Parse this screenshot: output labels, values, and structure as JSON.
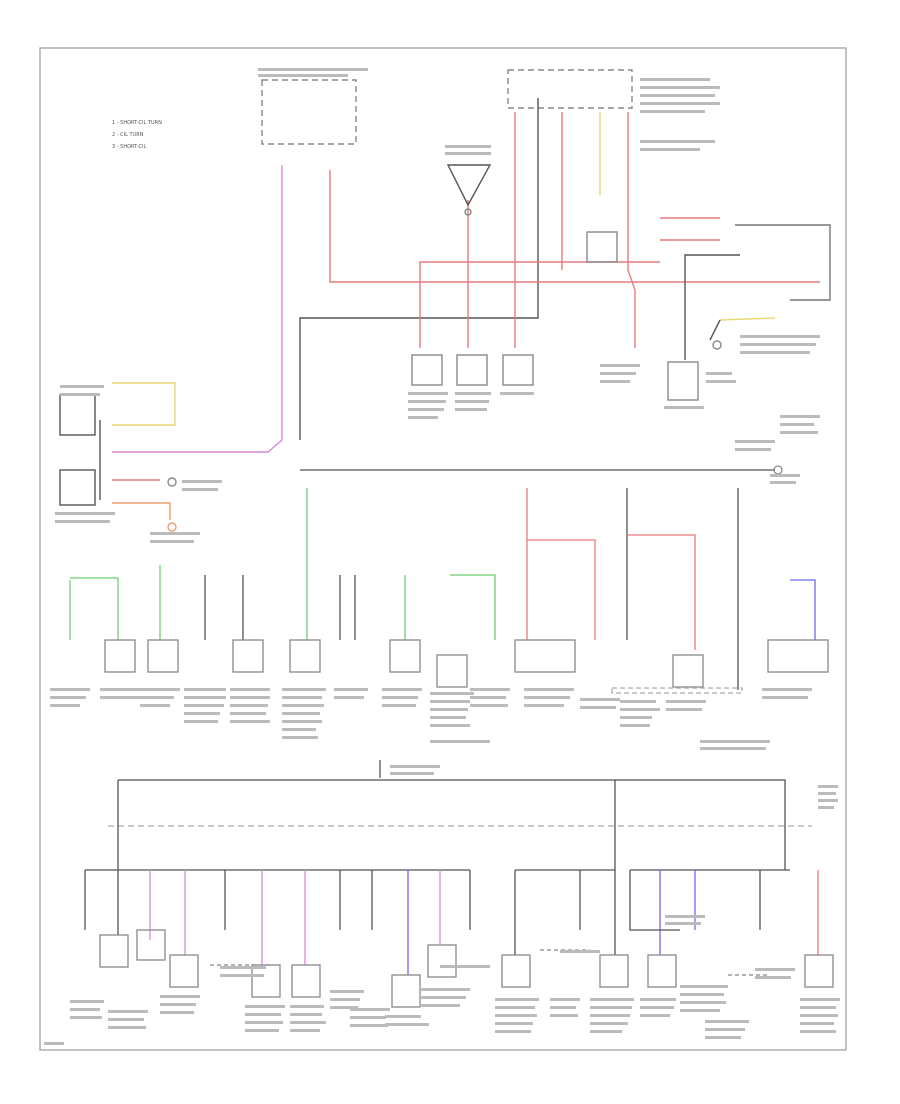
{
  "legend": {
    "items": [
      "1 - SHORT-CIL TURN",
      "2 - CIL TURN",
      "3 - SHORT-CIL"
    ]
  },
  "colors": {
    "wire_black": "#333333",
    "wire_red": "#e87a7a",
    "wire_pink": "#d88ad8",
    "wire_green": "#6fcf6f",
    "wire_blue": "#6a6af0",
    "wire_yellow": "#e8d870",
    "frame": "#999999"
  }
}
